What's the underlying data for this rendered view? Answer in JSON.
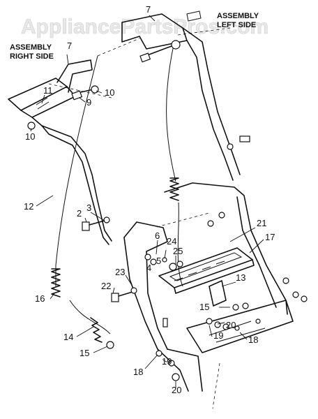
{
  "watermark": "AppliancePartsPros.com",
  "assembly_labels": {
    "right_line1": "ASSEMBLY",
    "right_line2": "RIGHT SIDE",
    "left_line1": "ASSEMBLY",
    "left_line2": "LEFT SIDE"
  },
  "callouts": [
    "7",
    "7",
    "11",
    "10",
    "9",
    "10",
    "12",
    "2",
    "3",
    "16",
    "14",
    "15",
    "23",
    "22",
    "6",
    "24",
    "25",
    "5",
    "4",
    "21",
    "17",
    "13",
    "15",
    "20",
    "19",
    "18",
    "18",
    "19",
    "20"
  ]
}
